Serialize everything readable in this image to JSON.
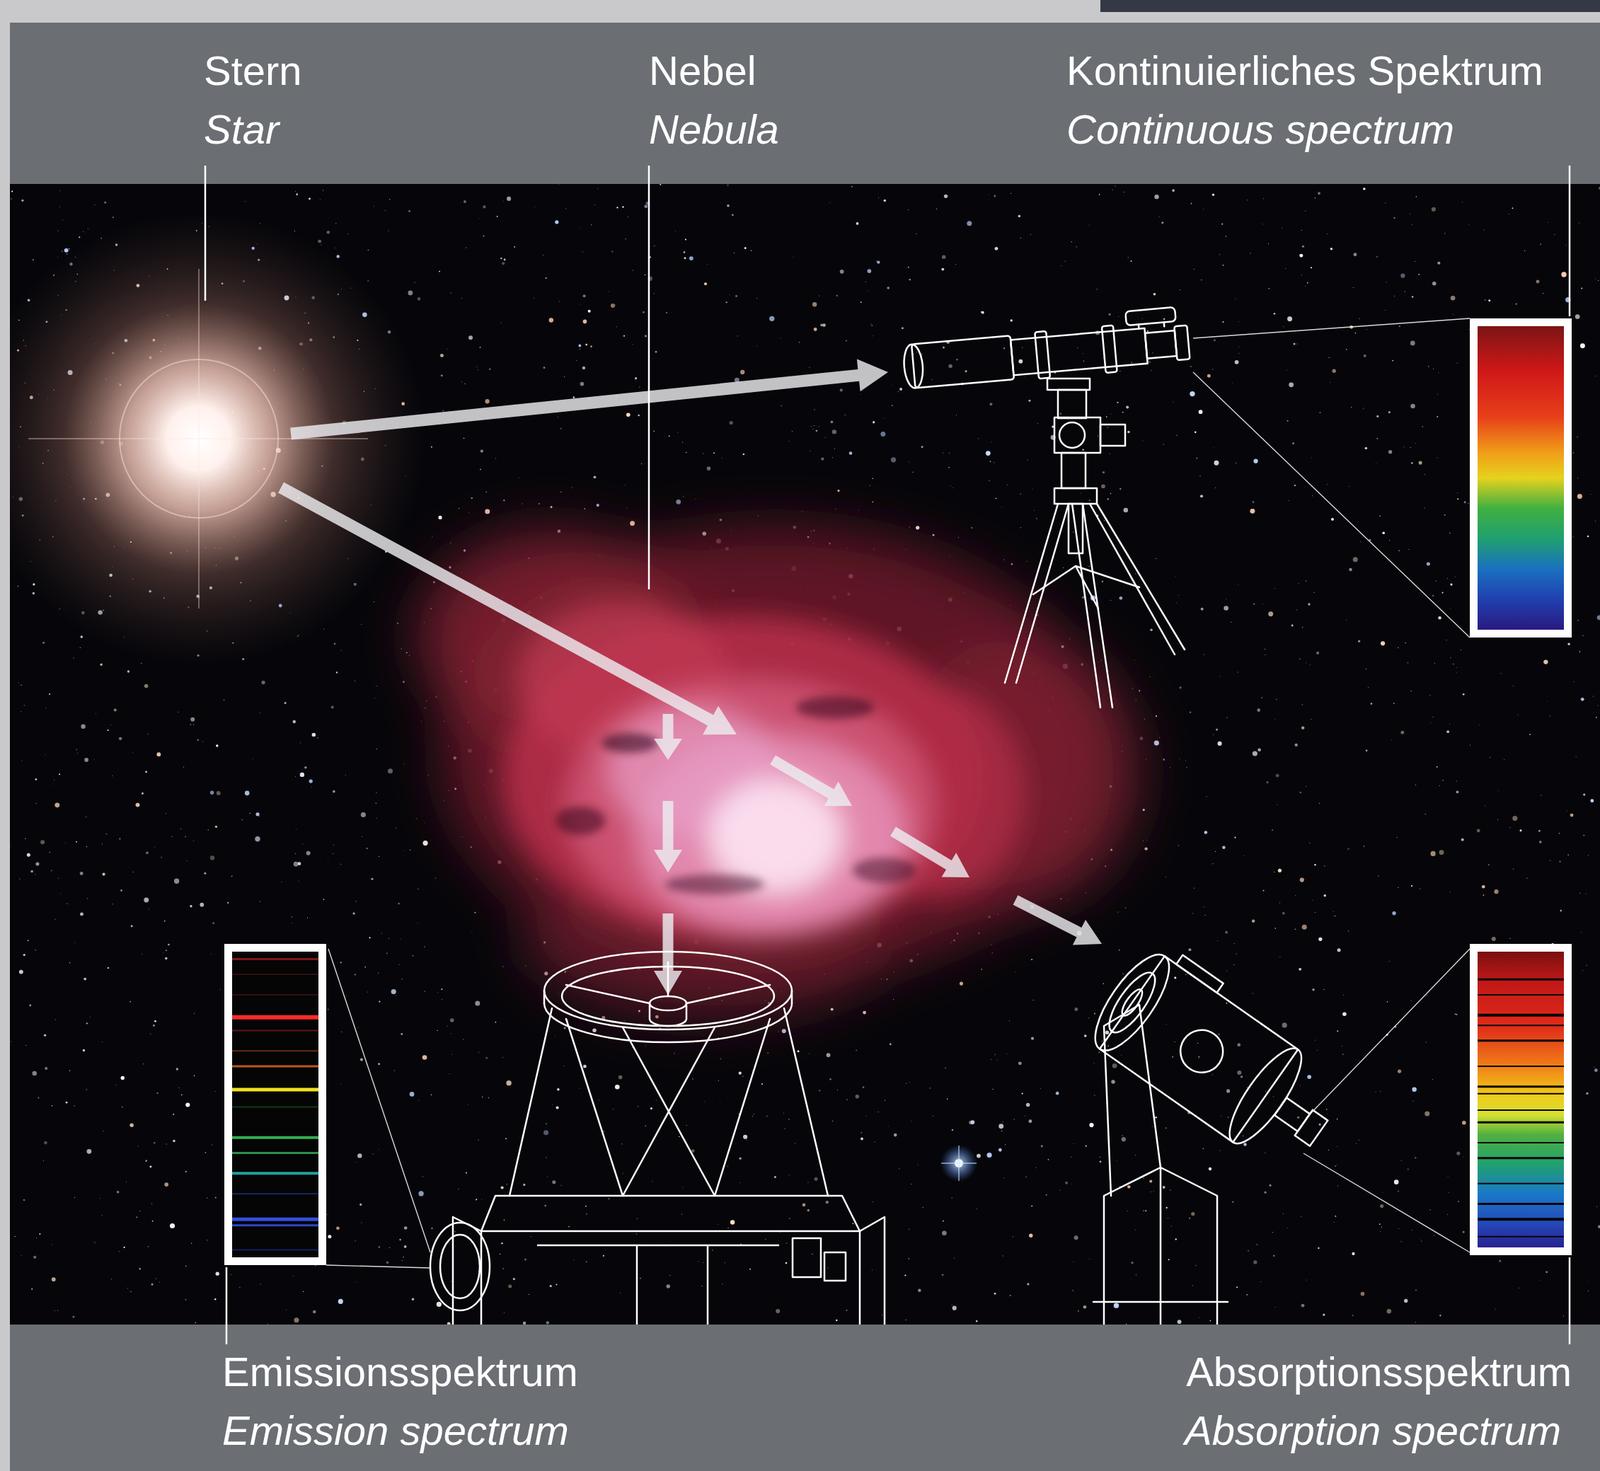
{
  "diagram": {
    "labels": [
      "Stern",
      "Star",
      "Nebel",
      "Nebula",
      "Kontinuierliches Spektrum",
      "Continuous spectrum",
      "Emissionsspektrum",
      "Emission spectrum",
      "Absorptionsspektrum",
      "Absorption spectrum"
    ]
  }
}
